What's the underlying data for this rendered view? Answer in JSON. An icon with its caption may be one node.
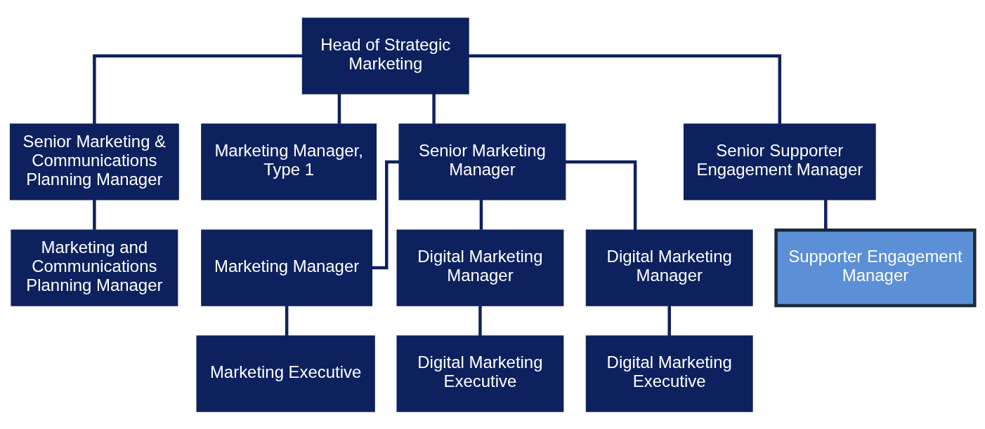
{
  "diagram": {
    "nodes": [
      {
        "text": [
          "Head of Strategic Marketing"
        ]
      },
      {
        "text": [
          "Senior Marketing & Communications Planning Manager"
        ]
      },
      {
        "text": [
          "Marketing Manager, Type 1"
        ]
      },
      {
        "text": [
          "Senior Marketing Manager"
        ]
      },
      {
        "text": [
          "Senior Supporter Engagement Manager"
        ]
      },
      {
        "text": [
          "Marketing and Communications Planning Manager"
        ]
      },
      {
        "text": [
          "Marketing Manager"
        ]
      },
      {
        "text": [
          "Digital Marketing Manager"
        ]
      },
      {
        "text": [
          "Digital Marketing Manager"
        ]
      },
      {
        "text": [
          "Supporter Engagement Manager"
        ]
      },
      {
        "text": [
          "Marketing Executive"
        ]
      },
      {
        "text": [
          "Digital Marketing Executive"
        ]
      },
      {
        "text": [
          "Digital Marketing Executive"
        ]
      }
    ],
    "edges": [
      {
        "from": 0,
        "to": 1,
        "arrow": "none"
      },
      {
        "from": 0,
        "to": 2,
        "arrow": "none"
      },
      {
        "from": 0,
        "to": 3,
        "arrow": "none"
      },
      {
        "from": 0,
        "to": 4,
        "arrow": "none"
      },
      {
        "from": 1,
        "to": 5,
        "arrow": "none"
      },
      {
        "from": 3,
        "to": 6,
        "arrow": "none"
      },
      {
        "from": 3,
        "to": 7,
        "arrow": "none"
      },
      {
        "from": 3,
        "to": 8,
        "arrow": "none"
      },
      {
        "from": 4,
        "to": 9,
        "arrow": "none"
      },
      {
        "from": 6,
        "to": 10,
        "arrow": "none"
      },
      {
        "from": 7,
        "to": 11,
        "arrow": "none"
      },
      {
        "from": 8,
        "to": 12,
        "arrow": "none"
      }
    ]
  }
}
